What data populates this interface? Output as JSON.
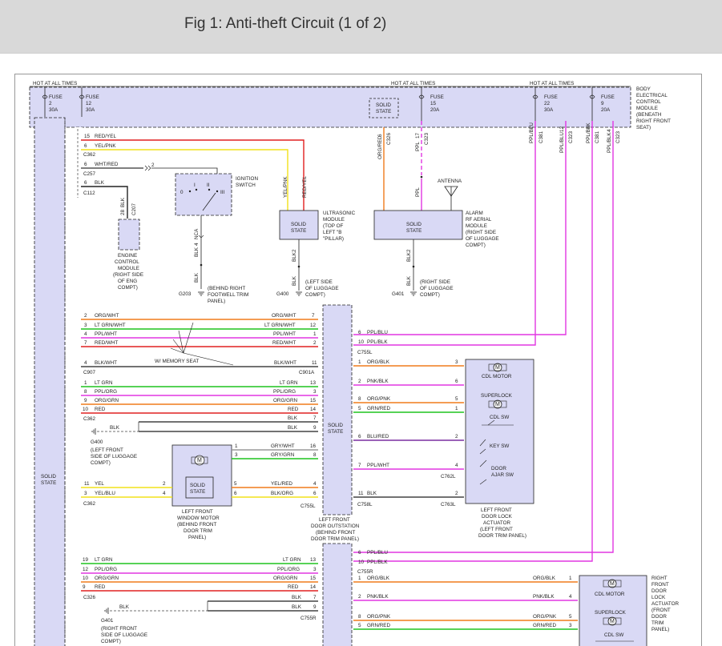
{
  "header": {
    "title": "Fig 1: Anti-theft Circuit (1 of 2)"
  },
  "colors": {
    "header_bg": "#d9d9d9",
    "module_fill": "#d9d9f5",
    "wire_red": "#e02020",
    "wire_yellow": "#f2e21a",
    "wire_orange": "#f07b1c",
    "wire_green": "#1fc41f",
    "wire_violet": "#e236e2",
    "wire_purple": "#7a2fa0",
    "wire_black": "#222222"
  },
  "diagram": {
    "hot_labels": [
      "HOT AT ALL TIMES",
      "HOT AT ALL TIMES",
      "HOT AT ALL TIMES"
    ],
    "fuses": [
      {
        "name": "FUSE",
        "num": "2",
        "amp": "30A"
      },
      {
        "name": "FUSE",
        "num": "12",
        "amp": "30A"
      },
      {
        "name": "FUSE",
        "num": "15",
        "amp": "20A"
      },
      {
        "name": "FUSE",
        "num": "22",
        "amp": "30A"
      },
      {
        "name": "FUSE",
        "num": "9",
        "amp": "20A"
      }
    ],
    "top_solid_state": [
      "SOLID",
      "STATE"
    ],
    "bem_label": [
      "BODY",
      "ELECTRICAL",
      "CONTROL",
      "MODULE",
      "(BENEATH",
      "RIGHT FRONT",
      "SEAT)"
    ],
    "left_module_label": [
      "SOLID",
      "STATE"
    ],
    "top_wires": [
      {
        "pin": "15",
        "label": "RED/YEL"
      },
      {
        "pin": "6",
        "label": "YEL/PNK"
      },
      {
        "conn": "C362"
      },
      {
        "pin": "6",
        "label": "WHT/RED"
      },
      {
        "conn": "C257"
      },
      {
        "pin": "6",
        "label": "BLK"
      },
      {
        "conn": "C112"
      }
    ],
    "ignition_switch": [
      "IGNITION",
      "SWITCH"
    ],
    "ign_positions": [
      "0",
      "I",
      "II",
      "III"
    ],
    "ecm_label": [
      "ENGINE",
      "CONTROL",
      "MODULE",
      "(RIGHT SIDE",
      "OF ENG",
      "COMPT)"
    ],
    "ecm_pin": {
      "pin": "28",
      "wire": "BLK",
      "conn": "C207"
    },
    "ign_nca": {
      "pin": "4",
      "wire": "BLK",
      "conn": "NCA"
    },
    "g203": {
      "wire": "BLK",
      "label": "G203",
      "desc": [
        "(BEHIND RIGHT",
        "FOOTWELL TRIM",
        "PANEL)"
      ]
    },
    "ultrasonic": {
      "box": [
        "SOLID",
        "STATE"
      ],
      "label": [
        "ULTRASONIC",
        "MODULE",
        "(TOP OF",
        "LEFT \"B",
        "\"PILLAR)"
      ],
      "wires": [
        "YEL/PNK",
        "RED/YEL"
      ],
      "gnd_pin": "2",
      "gnd_wire": "BLK",
      "gnd": "G400",
      "gnd_desc": [
        "(LEFT SIDE",
        "OF LUGGAGE",
        "COMPT)"
      ]
    },
    "alarm": {
      "box": [
        "SOLID",
        "STATE"
      ],
      "label": [
        "ALARM",
        "RF AERIAL",
        "MODULE",
        "(RIGHT SIDE",
        "OF LUGGAGE",
        "COMPT)"
      ],
      "antenna": "ANTENNA",
      "wires": [
        {
          "pin": "6",
          "wire": "ORG/RED",
          "conn": "C326"
        },
        {
          "pin": "17",
          "wire": "PPL",
          "conn": "C323"
        }
      ],
      "ppl": "PPL",
      "gnd_pin": "2",
      "gnd_wire": "BLK",
      "gnd": "G401",
      "gnd_desc": [
        "(RIGHT SIDE",
        "OF LUGGAGE",
        "COMPT)"
      ]
    },
    "right_wires": [
      {
        "pin": "7",
        "wire": "PPL/BLU",
        "conn": "C381"
      },
      {
        "pin": "12",
        "wire": "PPL/BLU",
        "conn": "C323"
      },
      {
        "pin": "8",
        "wire": "PPL/BLK",
        "conn": "C381"
      },
      {
        "pin": "4",
        "wire": "PPL/BLK",
        "conn": "C323"
      }
    ],
    "mem_rows": [
      {
        "lpin": "2",
        "lw": "ORG/WHT",
        "rw": "ORG/WHT",
        "rpin": "7"
      },
      {
        "lpin": "3",
        "lw": "LT GRN/WHT",
        "rw": "LT GRN/WHT",
        "rpin": "12"
      },
      {
        "lpin": "4",
        "lw": "PPL/WHT",
        "rw": "PPL/WHT",
        "rpin": "1"
      },
      {
        "lpin": "7",
        "lw": "RED/WHT",
        "rw": "RED/WHT",
        "rpin": "2"
      }
    ],
    "memory_seat": "W/ MEMORY SEAT",
    "c907": {
      "lpin": "4",
      "lw": "BLK/WHT",
      "conn": "C907",
      "rw": "BLK/WHT",
      "rpin": "11",
      "rconn": "C901A"
    },
    "lf_rows": [
      {
        "lpin": "1",
        "lw": "LT GRN",
        "rw": "LT GRN",
        "rpin": "13"
      },
      {
        "lpin": "8",
        "lw": "PPL/ORG",
        "rw": "PPL/ORG",
        "rpin": "3"
      },
      {
        "lpin": "9",
        "lw": "ORG/GRN",
        "rw": "ORG/GRN",
        "rpin": "15"
      },
      {
        "lpin": "10",
        "lw": "RED",
        "rw": "RED",
        "rpin": "14"
      }
    ],
    "c362b": "C362",
    "blk_rows": [
      {
        "w": "BLK",
        "pin": "7"
      },
      {
        "w": "BLK",
        "pin": "9"
      }
    ],
    "g400b": {
      "wire": "BLK",
      "gnd": "G400",
      "desc": [
        "(LEFT FRONT",
        "SIDE OF LUGGAGE",
        "COMPT)"
      ]
    },
    "gry_rows": [
      {
        "lpin": "1",
        "w": "GRY/WHT",
        "rpin": "16"
      },
      {
        "lpin": "3",
        "w": "GRY/GRN",
        "rpin": "8"
      }
    ],
    "window_motor": {
      "box": [
        "SOLID",
        "STATE"
      ],
      "label": [
        "LEFT FRONT",
        "WINDOW MOTOR",
        "(BEHIND FRONT",
        "DOOR TRIM",
        "PANEL)"
      ]
    },
    "yel_rows": [
      {
        "lpin": "11",
        "lw": "YEL",
        "ipin": "2",
        "mpin": "5",
        "rw": "YEL/RED",
        "rpin": "4"
      },
      {
        "lpin": "3",
        "lw": "YEL/BLU",
        "ipin": "4",
        "mpin": "6",
        "rw": "BLK/ORG",
        "rpin": "6"
      }
    ],
    "c362c": "C362",
    "c755l": "C755L",
    "door_out": {
      "box": [
        "SOLID",
        "STATE"
      ],
      "label": [
        "LEFT FRONT",
        "DOOR OUTSTATION",
        "(BEHIND FRONT",
        "DOOR TRIM PANEL)"
      ]
    },
    "do_right_top": [
      {
        "pin": "6",
        "w": "PPL/BLU"
      },
      {
        "pin": "10",
        "w": "PPL/BLK"
      }
    ],
    "c755l_b": "C755L",
    "lock_rows": [
      {
        "pin": "1",
        "w": "ORG/BLK",
        "rpin": "3"
      },
      {
        "pin": "2",
        "w": "PNK/BLK",
        "rpin": "6"
      },
      {
        "pin": "8",
        "w": "ORG/PNK",
        "rpin": "5"
      },
      {
        "pin": "5",
        "w": "GRN/RED",
        "rpin": "1"
      },
      {
        "pin": "6",
        "w": "BLU/RED",
        "rpin": "2"
      },
      {
        "pin": "7",
        "w": "PPL/WHT",
        "rpin": "4"
      },
      {
        "pin": "11",
        "w": "BLK",
        "rpin": "2"
      }
    ],
    "c762l": "C762L",
    "c758l": "C758L",
    "c763l": "C763L",
    "lock_act": {
      "parts": [
        "CDL MOTOR",
        "SUPERLOCK",
        "CDL SW",
        "KEY SW",
        "DOOR",
        "AJAR SW"
      ],
      "label": [
        "LEFT FRONT",
        "DOOR LOCK",
        "ACTUATOR",
        "(LEFT FRONT",
        "DOOR TRIM PANEL)"
      ]
    },
    "r_top": [
      {
        "pin": "6",
        "w": "PPL/BLU"
      },
      {
        "pin": "10",
        "w": "PPL/BLK"
      }
    ],
    "c755r": "C755R",
    "rf_rows": [
      {
        "lpin": "19",
        "lw": "LT GRN",
        "rw": "LT GRN",
        "rpin": "13"
      },
      {
        "lpin": "12",
        "lw": "PPL/ORG",
        "rw": "PPL/ORG",
        "rpin": "3"
      },
      {
        "lpin": "10",
        "lw": "ORG/GRN",
        "rw": "ORG/GRN",
        "rpin": "15"
      },
      {
        "lpin": "9",
        "lw": "RED",
        "rw": "RED",
        "rpin": "14"
      }
    ],
    "c326": "C326",
    "rblk_rows": [
      {
        "w": "BLK",
        "pin": "7"
      },
      {
        "w": "BLK",
        "pin": "9"
      }
    ],
    "c755r_b": "C755R",
    "g401b": {
      "wire": "BLK",
      "gnd": "G401",
      "desc": [
        "(RIGHT FRONT",
        "SIDE OF LUGGAGE",
        "COMPT)"
      ]
    },
    "r_lock_rows": [
      {
        "pin": "1",
        "w": "ORG/BLK",
        "rw": "ORG/BLK",
        "rpin": "1"
      },
      {
        "pin": "2",
        "w": "PNK/BLK",
        "rw": "PNK/BLK",
        "rpin": "4"
      },
      {
        "pin": "8",
        "w": "ORG/PNK",
        "rw": "ORG/PNK",
        "rpin": "5"
      },
      {
        "pin": "5",
        "w": "GRN/RED",
        "rw": "GRN/RED",
        "rpin": "3"
      }
    ],
    "r_act": {
      "parts": [
        "CDL MOTOR",
        "SUPERLOCK",
        "CDL SW"
      ],
      "label": [
        "RIGHT",
        "FRONT",
        "DOOR",
        "LOCK",
        "ACTUATOR",
        "(FRONT",
        "DOOR",
        "TRIM",
        "PANEL)"
      ]
    },
    "motor_glyph": "M"
  }
}
